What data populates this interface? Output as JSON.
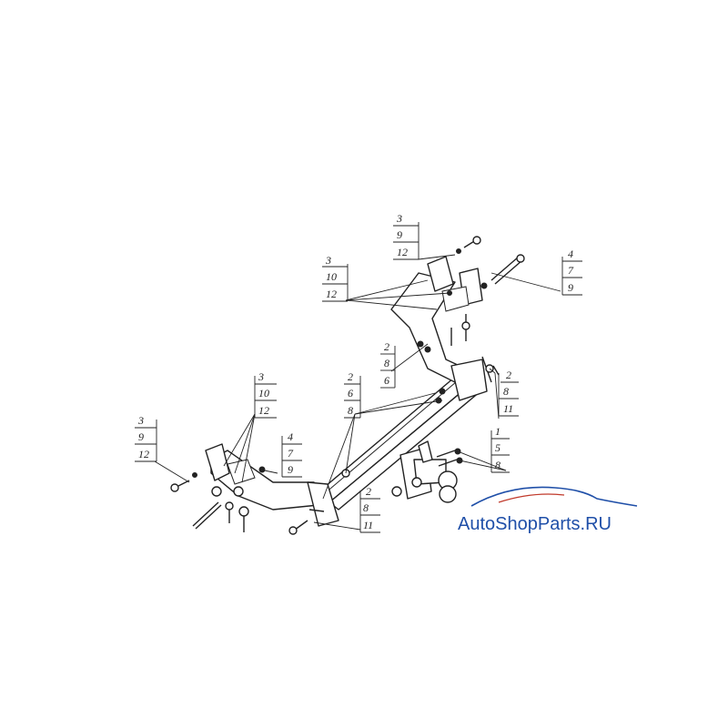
{
  "callouts": [
    {
      "lines": [
        "3",
        "9",
        "12"
      ]
    },
    {
      "lines": [
        "3",
        "10",
        "12"
      ]
    },
    {
      "lines": [
        "4",
        "7",
        "9"
      ]
    },
    {
      "lines": [
        "2",
        "8",
        "6"
      ]
    },
    {
      "lines": [
        "2",
        "6",
        "8"
      ]
    },
    {
      "lines": [
        "2",
        "8",
        "11"
      ]
    },
    {
      "lines": [
        "3",
        "10",
        "12"
      ]
    },
    {
      "lines": [
        "3",
        "9",
        "12"
      ]
    },
    {
      "lines": [
        "4",
        "7",
        "9"
      ]
    },
    {
      "lines": [
        "1",
        "5",
        "8"
      ]
    },
    {
      "lines": [
        "2",
        "8",
        "11"
      ]
    }
  ],
  "watermark": {
    "text": "AutoShopParts.RU",
    "color": "#1f4fa8",
    "accent": "#c0392b"
  }
}
